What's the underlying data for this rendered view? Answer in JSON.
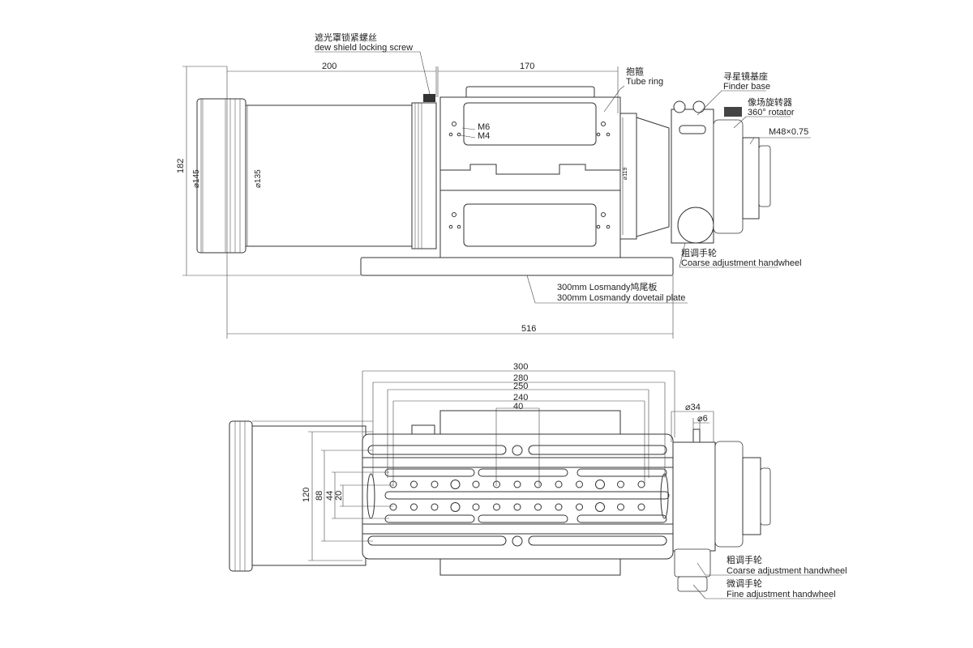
{
  "top_view": {
    "labels": {
      "dew_shield_cn": "遮光罩锁紧螺丝",
      "dew_shield_en": "dew shield locking screw",
      "tube_ring_cn": "抱箍",
      "tube_ring_en": "Tube ring",
      "finder_base_cn": "寻星镜基座",
      "finder_base_en": "Finder base",
      "rotator_cn": "像场旋转器",
      "rotator_en": "360° rotator",
      "thread": "M48×0.75",
      "m6": "M6",
      "m4": "M4",
      "coarse_cn": "粗调手轮",
      "coarse_en": "Coarse adjustment handwheel",
      "dovetail_cn": "300mm Losmandy鸠尾板",
      "dovetail_en": "300mm Losmandy dovetail plate"
    },
    "dimensions": {
      "dew_length": "200",
      "ring_length": "170",
      "height": "182",
      "d145": "⌀145",
      "d135": "⌀135",
      "d119": "⌀119",
      "total_length": "516"
    }
  },
  "bottom_view": {
    "labels": {
      "coarse_cn": "粗调手轮",
      "coarse_en": "Coarse adjustment handwheel",
      "fine_cn": "微调手轮",
      "fine_en": "Fine adjustment handwheel"
    },
    "dimensions": {
      "w300": "300",
      "w280": "280",
      "w250": "250",
      "w240": "240",
      "w40": "40",
      "h120": "120",
      "h88": "88",
      "h44": "44",
      "h20": "20",
      "d34": "⌀34",
      "d6": "⌀6"
    }
  }
}
